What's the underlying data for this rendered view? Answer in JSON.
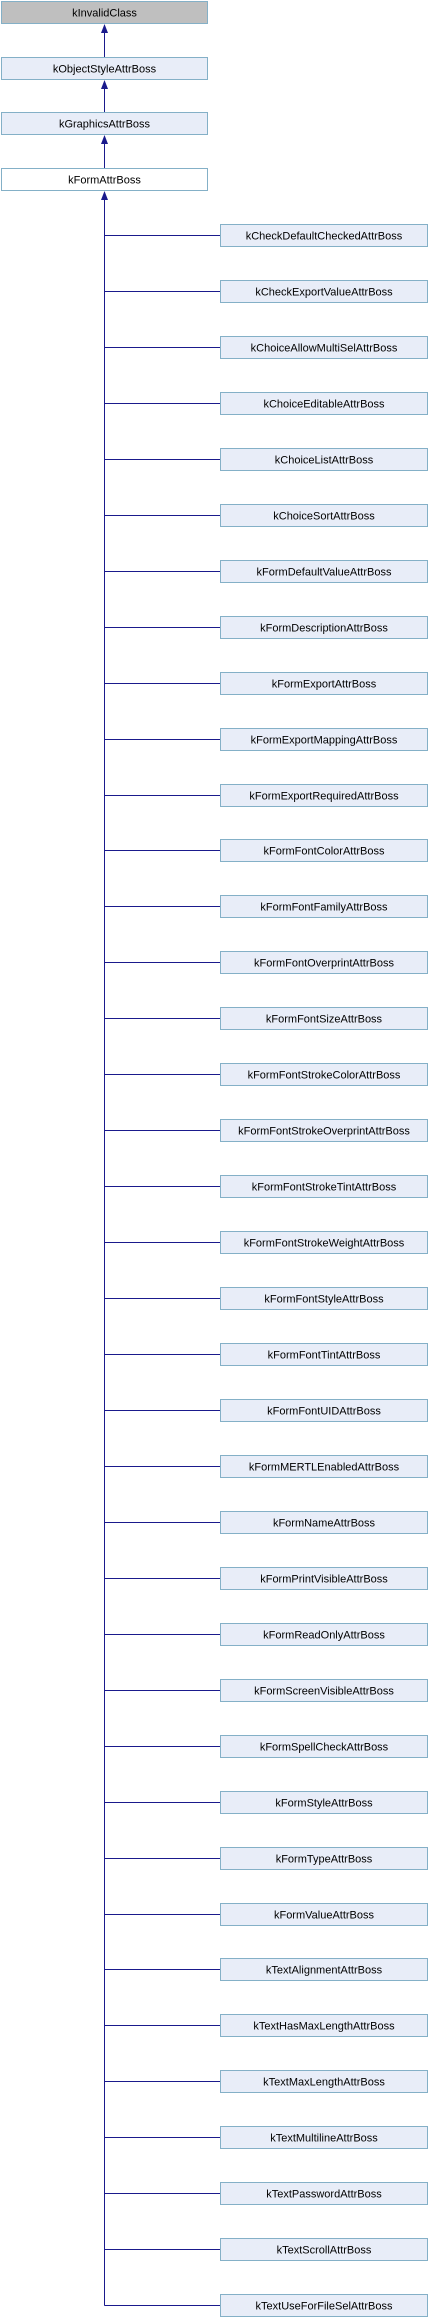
{
  "colors": {
    "node_fill": "#e8edf8",
    "node_border": "#84b0c7",
    "root_fill": "#bfbfbf",
    "root_border": "#666666",
    "current_fill": "#ffffff",
    "current_border": "#000000",
    "edge": "#1a1a8c"
  },
  "chain": [
    {
      "label": "kInvalidClass",
      "kind": "root"
    },
    {
      "label": "kObjectStyleAttrBoss",
      "kind": "normal"
    },
    {
      "label": "kGraphicsAttrBoss",
      "kind": "normal"
    },
    {
      "label": "kFormAttrBoss",
      "kind": "current"
    }
  ],
  "children": [
    "kCheckDefaultCheckedAttrBoss",
    "kCheckExportValueAttrBoss",
    "kChoiceAllowMultiSelAttrBoss",
    "kChoiceEditableAttrBoss",
    "kChoiceListAttrBoss",
    "kChoiceSortAttrBoss",
    "kFormDefaultValueAttrBoss",
    "kFormDescriptionAttrBoss",
    "kFormExportAttrBoss",
    "kFormExportMappingAttrBoss",
    "kFormExportRequiredAttrBoss",
    "kFormFontColorAttrBoss",
    "kFormFontFamilyAttrBoss",
    "kFormFontOverprintAttrBoss",
    "kFormFontSizeAttrBoss",
    "kFormFontStrokeColorAttrBoss",
    "kFormFontStrokeOverprintAttrBoss",
    "kFormFontStrokeTintAttrBoss",
    "kFormFontStrokeWeightAttrBoss",
    "kFormFontStyleAttrBoss",
    "kFormFontTintAttrBoss",
    "kFormFontUIDAttrBoss",
    "kFormMERTLEnabledAttrBoss",
    "kFormNameAttrBoss",
    "kFormPrintVisibleAttrBoss",
    "kFormReadOnlyAttrBoss",
    "kFormScreenVisibleAttrBoss",
    "kFormSpellCheckAttrBoss",
    "kFormStyleAttrBoss",
    "kFormTypeAttrBoss",
    "kFormValueAttrBoss",
    "kTextAlignmentAttrBoss",
    "kTextHasMaxLengthAttrBoss",
    "kTextMaxLengthAttrBoss",
    "kTextMultilineAttrBoss",
    "kTextPasswordAttrBoss",
    "kTextScrollAttrBoss",
    "kTextUseForFileSelAttrBoss"
  ]
}
